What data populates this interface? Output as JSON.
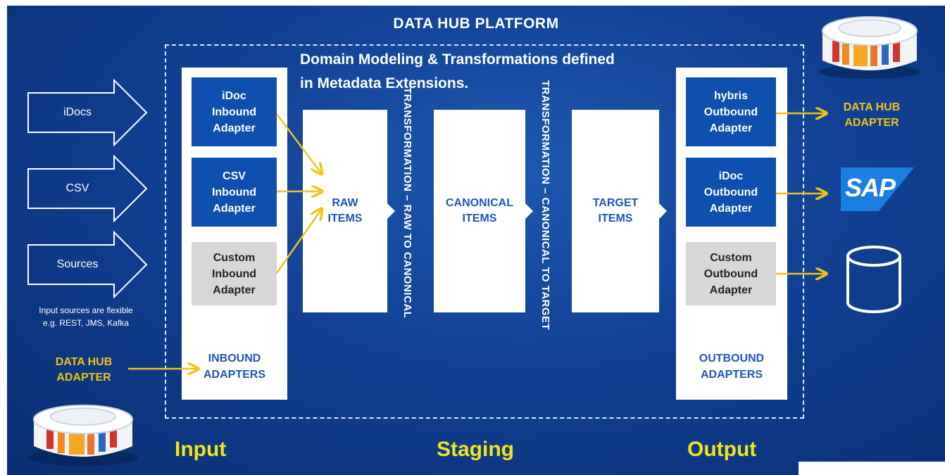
{
  "title": "DATA HUB PLATFORM",
  "subtitle": [
    "Domain Modeling & Transformations defined",
    "in Metadata Extensions."
  ],
  "sources": [
    {
      "label": "iDocs"
    },
    {
      "label": "CSV"
    },
    {
      "label": "Sources"
    }
  ],
  "sources_note": [
    "Input sources are flexible",
    "e.g. REST, JMS, Kafka"
  ],
  "data_hub_adapter_label": [
    "DATA HUB",
    "ADAPTER"
  ],
  "inbound": {
    "adapters": [
      {
        "lines": [
          "iDoc",
          "Inbound",
          "Adapter"
        ],
        "style": "blue"
      },
      {
        "lines": [
          "CSV",
          "Inbound",
          "Adapter"
        ],
        "style": "blue"
      },
      {
        "lines": [
          "Custom",
          "Inbound",
          "Adapter"
        ],
        "style": "grey"
      }
    ],
    "caption": [
      "INBOUND",
      "ADAPTERS"
    ]
  },
  "stages": {
    "raw": [
      "RAW",
      "ITEMS"
    ],
    "canonical": [
      "CANONICAL",
      "ITEMS"
    ],
    "target": [
      "TARGET",
      "ITEMS"
    ]
  },
  "transformations": {
    "raw_to_canonical": "TRANSFORMATION – RAW TO CANONICAL",
    "canonical_to_target": "TRANSFORMATION – CANONICAL TO TARGET"
  },
  "outbound": {
    "adapters": [
      {
        "lines": [
          "hybris",
          "Outbound",
          "Adapter"
        ],
        "style": "blue"
      },
      {
        "lines": [
          "iDoc",
          "Outbound",
          "Adapter"
        ],
        "style": "blue"
      },
      {
        "lines": [
          "Custom",
          "Outbound",
          "Adapter"
        ],
        "style": "grey"
      }
    ],
    "caption": [
      "OUTBOUND",
      "ADAPTERS"
    ]
  },
  "outputs": {
    "data_hub_adapter": [
      "DATA HUB",
      "ADAPTER"
    ],
    "sap_logo": "SAP",
    "database_icon": "database-icon"
  },
  "sections": {
    "input": "Input",
    "staging": "Staging",
    "output": "Output"
  },
  "colors": {
    "background": "#114094",
    "adapter_blue": "#0f4fb0",
    "adapter_grey": "#d7d7d7",
    "connector_yellow": "#f0c419",
    "section_yellow": "#f2e51c",
    "sap_blue": "#1a7fe0"
  }
}
